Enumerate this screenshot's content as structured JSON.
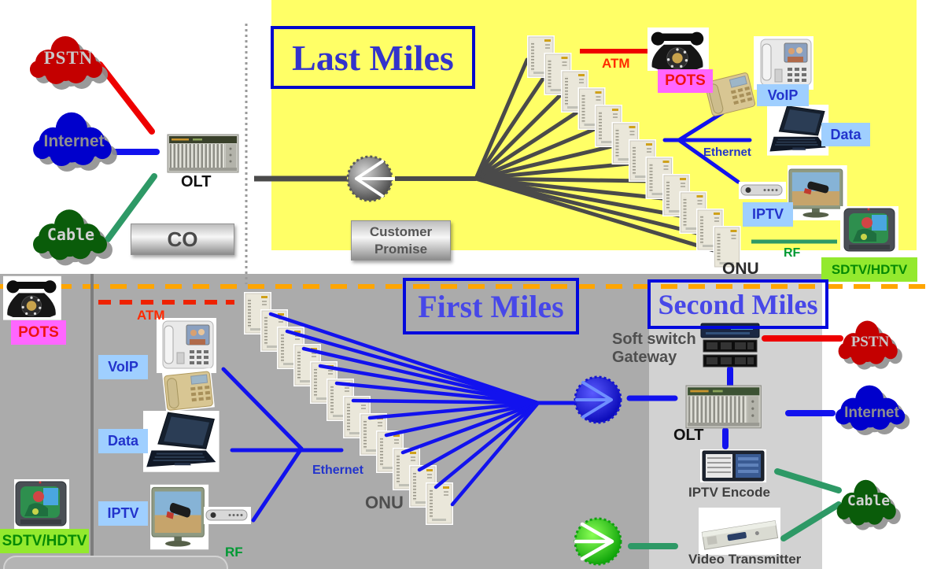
{
  "top": {
    "title": "Last Miles",
    "clouds": {
      "pstn": "PSTN",
      "internet": "Internet",
      "cable": "Cable"
    },
    "olt_label": "OLT",
    "co_label": "CO",
    "customer_promise": [
      "Customer",
      "Promise"
    ],
    "atm": "ATM",
    "pots": "POTS",
    "voip": "VoIP",
    "ethernet": "Ethernet",
    "data": "Data",
    "iptv": "IPTV",
    "rf": "RF",
    "sdtv": "SDTV/HDTV",
    "onu": "ONU"
  },
  "bottom": {
    "title_first": "First Miles",
    "title_second": "Second Miles",
    "pots": "POTS",
    "atm": "ATM",
    "voip": "VoIP",
    "data": "Data",
    "iptv": "IPTV",
    "sdtv": "SDTV/HDTV",
    "rf": "RF",
    "ethernet": "Ethernet",
    "onu": "ONU",
    "soft_switch": [
      "Soft switch",
      "Gateway"
    ],
    "olt_label": "OLT",
    "iptv_encode": "IPTV Encode",
    "video_transmitter": "Video Transmitter",
    "clouds": {
      "pstn": "PSTN",
      "internet": "Internet",
      "cable": "Cable"
    }
  },
  "icons": {
    "splitter_gray": "optical-splitter-icon",
    "splitter_blue": "optical-splitter-icon",
    "splitter_green": "optical-splitter-icon",
    "onu_tower": "onu-tower-icon",
    "olt_rack": "olt-rack-icon",
    "rotary_phone": "rotary-phone-icon",
    "videophone": "voip-videophone-icon",
    "desk_phone": "voip-phone-icon",
    "laptop": "laptop-icon",
    "flat_tv": "flat-tv-icon",
    "crt_tv": "crt-tv-icon",
    "settop_box": "settop-box-icon",
    "server_stack": "softswitch-server-icon",
    "iptv_encoder": "iptv-encoder-icon",
    "video_transmitter": "video-transmitter-icon",
    "cloud": "network-cloud-icon"
  },
  "colors": {
    "yellow_panel": "#FFFF66",
    "gray_panel": "#ABABAB",
    "light_panel": "#D2D2D2",
    "title_blue_dark": "#3333CC",
    "title_blue_light": "#4747E8",
    "box_border_blue": "#0008CC",
    "label_bg_blue": "#9FCFFF",
    "label_text_blue": "#2233CC",
    "pots_bg": "#FF66FF",
    "pots_text": "#EE1111",
    "sdtv_bg": "#93E92E",
    "sdtv_text": "#058A05",
    "line_red": "#EE0000",
    "line_blue": "#1212EE",
    "line_green": "#2E9966",
    "line_dark": "#4A4A4A",
    "dash_orange": "#FFA500"
  }
}
